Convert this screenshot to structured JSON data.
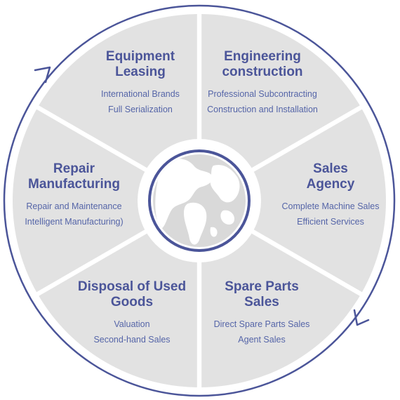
{
  "colors": {
    "segment_fill": "#e2e2e2",
    "accent": "#4b5599",
    "body_text": "#5565a8",
    "background": "#ffffff",
    "globe_land": "#ffffff",
    "globe_ocean": "#d9d9d9"
  },
  "segments": [
    {
      "id": "equipment-leasing",
      "title": [
        "Equipment",
        "Leasing"
      ],
      "desc": [
        "International Brands",
        "Full Serialization"
      ]
    },
    {
      "id": "engineering-construction",
      "title": [
        "Engineering",
        "construction"
      ],
      "desc": [
        "Professional Subcontracting",
        "Construction and Installation"
      ]
    },
    {
      "id": "sales-agency",
      "title": [
        "Sales",
        "Agency"
      ],
      "desc": [
        "Complete Machine Sales",
        "Efficient Services"
      ]
    },
    {
      "id": "spare-parts-sales",
      "title": [
        "Spare Parts",
        "Sales"
      ],
      "desc": [
        "Direct Spare Parts Sales",
        "Agent Sales"
      ]
    },
    {
      "id": "disposal-used-goods",
      "title": [
        "Disposal of Used",
        "Goods"
      ],
      "desc": [
        "Valuation",
        "Second-hand Sales"
      ]
    },
    {
      "id": "repair-manufacturing",
      "title": [
        "Repair",
        "Manufacturing"
      ],
      "desc": [
        "Repair and Maintenance",
        "Intelligent Manufacturing)"
      ]
    }
  ],
  "center_icon": "globe-icon",
  "arrows": [
    "cycle-arrow-top-left",
    "cycle-arrow-bottom-right"
  ]
}
